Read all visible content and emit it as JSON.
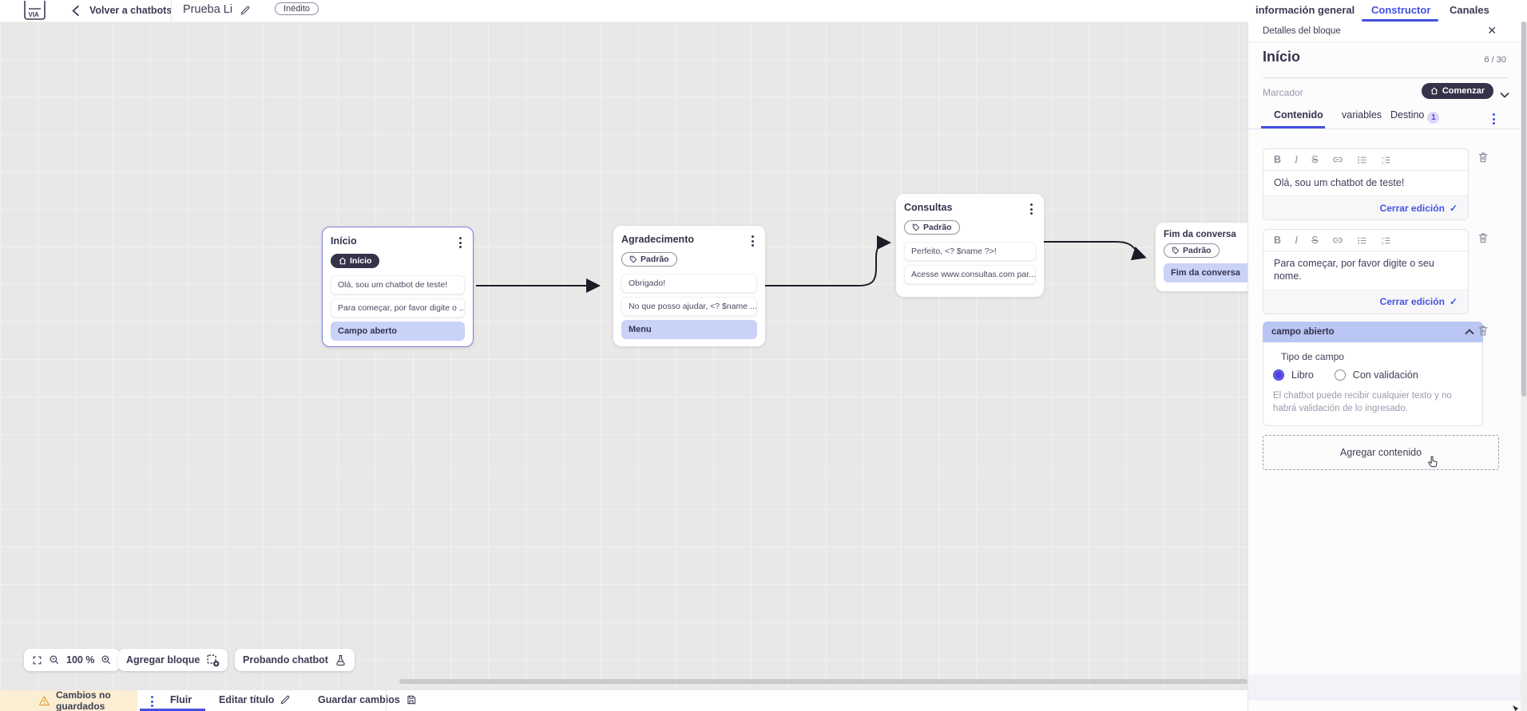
{
  "colors": {
    "accent": "#4150e0",
    "dark_pill": "#343349",
    "lavender_highlight": "#c9d2f7",
    "lavender_header": "#b9c5f3",
    "warning_bg": "#fbeed3",
    "warning_icon": "#e1a23c",
    "canvas_bg": "#e9e8e7"
  },
  "topbar": {
    "back_label": "Volver a chatbots",
    "title": "Prueba Li",
    "status_badge": "Inédito",
    "tabs": [
      {
        "label": "información general",
        "active": false
      },
      {
        "label": "Constructor",
        "active": true
      },
      {
        "label": "Canales",
        "active": false
      }
    ]
  },
  "canvas": {
    "blocks": [
      {
        "title": "Início",
        "badge": "Início",
        "items": [
          "Olá, sou um chatbot de teste!",
          "Para começar, por favor digite o ...",
          "Campo aberto"
        ]
      },
      {
        "title": "Agradecimento",
        "badge": "Padrão",
        "items": [
          "Obrigado!",
          "No que posso ajudar, <? $name ...",
          "Menu"
        ]
      },
      {
        "title": "Consultas",
        "badge": "Padrão",
        "items": [
          "Perfeito, <? $name ?>!",
          "Acesse www.consultas.com par..."
        ]
      },
      {
        "title": "Fim da conversa",
        "badge": "Padrão",
        "items": [
          "Fim da conversa"
        ]
      }
    ],
    "controls": {
      "zoom_level": "100 %",
      "add_block": "Agregar bloque",
      "test_chatbot": "Probando chatbot"
    }
  },
  "panel": {
    "header": "Detalles del bloque",
    "block_name": "Início",
    "char_count": "6 / 30",
    "marker_label": "Marcador",
    "marker_value": "Comenzar",
    "tabs": [
      {
        "label": "Contenido",
        "active": true
      },
      {
        "label": "variables",
        "active": false
      },
      {
        "label": "Destino",
        "active": false,
        "badge": "1"
      }
    ],
    "toolbar": {
      "bold": "B",
      "italic": "I",
      "strike": "S"
    },
    "editors": [
      {
        "text": "Olá, sou um chatbot de teste!",
        "close_label": "Cerrar edición"
      },
      {
        "text": "Para começar, por favor digite o seu nome.",
        "close_label": "Cerrar edición"
      }
    ],
    "open_field": {
      "title": "campo abierto",
      "type_label": "Tipo de campo",
      "options": [
        {
          "label": "Libro",
          "selected": true
        },
        {
          "label": "Con validación",
          "selected": false
        }
      ],
      "helper": "El chatbot puede recibir cualquier texto y no habrá validación de lo ingresado."
    },
    "add_content": "Agregar contenido"
  },
  "bottombar": {
    "unsaved": "Cambios no guardados",
    "flow_tab": "Fluir",
    "edit_title": "Editar título",
    "save": "Guardar cambios"
  }
}
